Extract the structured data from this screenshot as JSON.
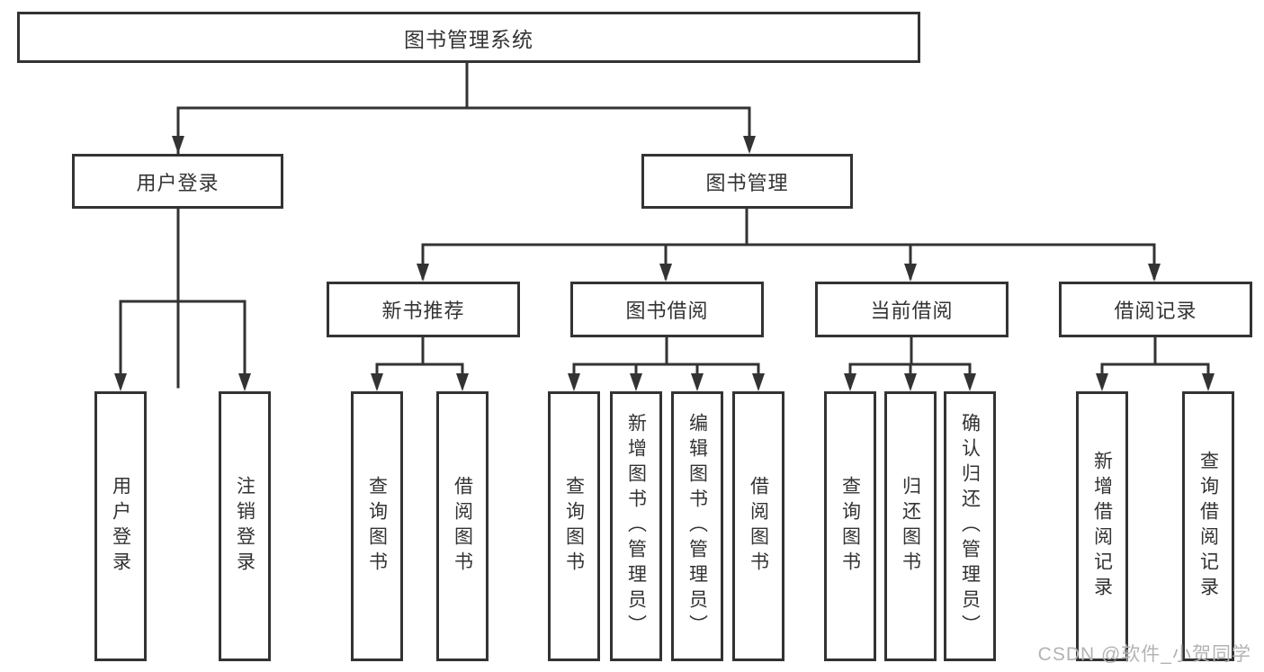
{
  "colors": {
    "line": "#333333",
    "text": "#333333",
    "watermark": "#b3b3b3",
    "background": "#ffffff"
  },
  "tree": {
    "root": "图书管理系统",
    "branches": [
      {
        "label": "用户登录",
        "children": [
          "用户登录",
          "注销登录"
        ]
      },
      {
        "label": "图书管理",
        "groups": [
          {
            "label": "新书推荐",
            "children": [
              "查询图书",
              "借阅图书"
            ]
          },
          {
            "label": "图书借阅",
            "children": [
              "查询图书",
              "新增图书（管理员）",
              "编辑图书（管理员）",
              "借阅图书"
            ]
          },
          {
            "label": "当前借阅",
            "children": [
              "查询图书",
              "归还图书",
              "确认归还（管理员）"
            ]
          },
          {
            "label": "借阅记录",
            "children": [
              "新增借阅记录",
              "查询借阅记录"
            ]
          }
        ]
      }
    ]
  },
  "watermark": "CSDN @软件_小贺同学"
}
